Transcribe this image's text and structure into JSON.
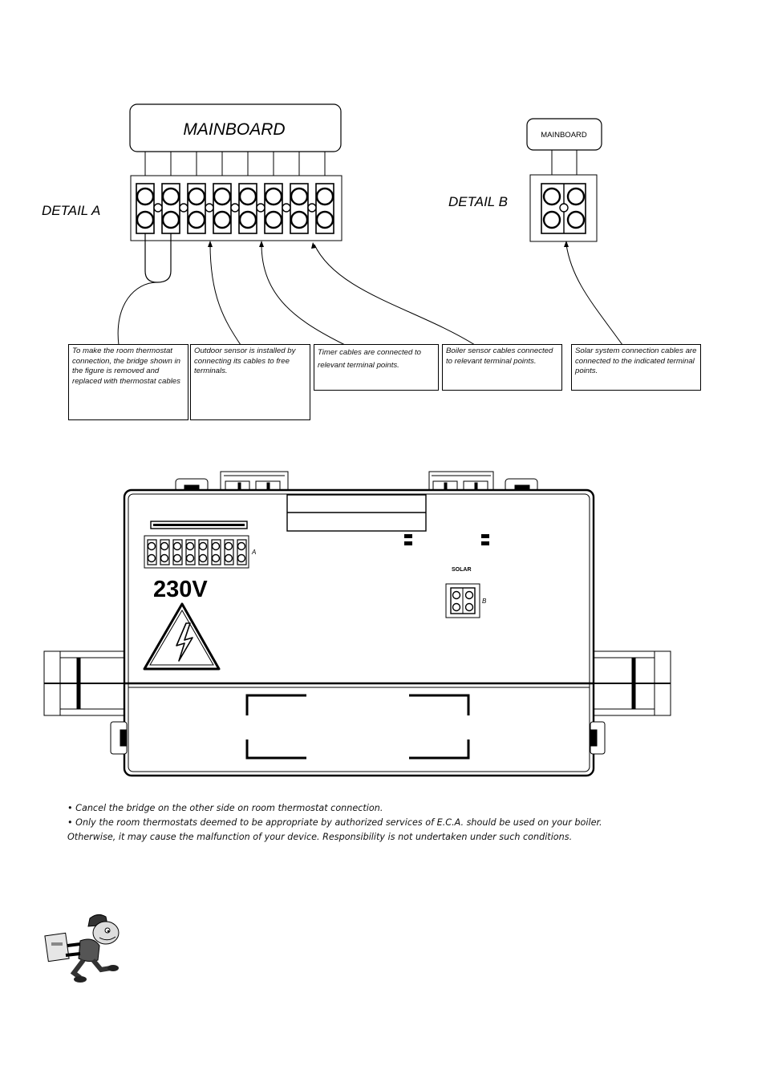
{
  "detail_a": {
    "title": "DETAIL A",
    "mainboard_label": "MAINBOARD"
  },
  "detail_b": {
    "title": "DETAIL B",
    "mainboard_label": "MAINBOARD"
  },
  "callouts": [
    {
      "id": "thermostat",
      "text": "To  make the room thermostat connection, the bridge shown in the figure is removed and replaced with thermostat cables"
    },
    {
      "id": "outdoor",
      "text": "Outdoor sensor is installed by connecting its cables to free terminals."
    },
    {
      "id": "timer",
      "text": "Timer cables are connected to relevant terminal points."
    },
    {
      "id": "boiler",
      "text": "Boiler sensor cables connected to relevant terminal points."
    },
    {
      "id": "solar",
      "text": "Solar system connection cables are connected to the indicated terminal points."
    }
  ],
  "board": {
    "voltage_label": "230V",
    "solar_label": "SOLAR",
    "terminal_a_letter": "A",
    "terminal_b_letter": "B"
  },
  "notes": {
    "line1": "•  Cancel the bridge on the other side on room thermostat connection.",
    "line2": "•  Only the room thermostats deemed to be appropriate by authorized services of E.C.A. should be used on your boiler.",
    "line3": "Otherwise, it may cause the malfunction of your device. Responsibility is not undertaken under such conditions."
  }
}
